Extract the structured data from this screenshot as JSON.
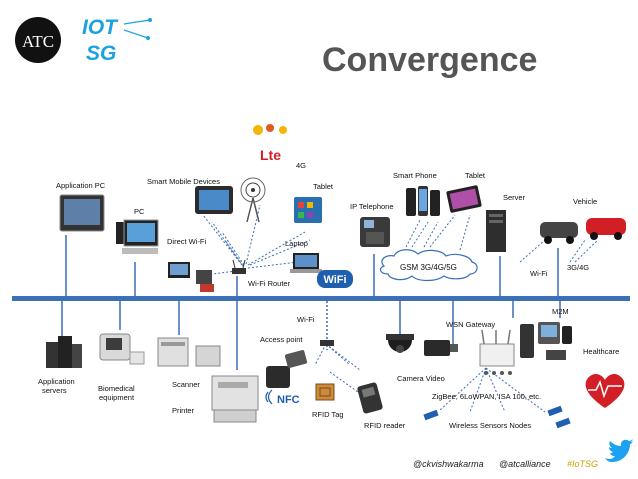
{
  "header": {
    "logo_atc_text": "ATC",
    "logo_iotsg_text": "IOT SG",
    "title": "Convergence"
  },
  "labels": {
    "application_pc": "Application PC",
    "pc": "PC",
    "smart_mobile_devices": "Smart Mobile Devices",
    "lte_badge": "Lte",
    "lte_4g": "4G",
    "tablet_top": "Tablet",
    "direct_wifi": "Direct Wi-Fi",
    "laptop": "Laptop",
    "wifi_router": "Wi-Fi Router",
    "wifi_badge": "WiFi",
    "ip_telephone": "IP Telephone",
    "smart_phone": "Smart Phone",
    "tablet_right": "Tablet",
    "gsm": "GSM 3G/4G/5G",
    "server": "Server",
    "vehicle": "Vehicle",
    "wifi_right": "Wi-Fi",
    "g34": "3G/4G",
    "application_servers_1": "Application",
    "application_servers_2": "servers",
    "biomedical_1": "Biomedical",
    "biomedical_2": "equipment",
    "scanner": "Scanner",
    "printer": "Printer",
    "wifi_bottom": "Wi-Fi",
    "access_point": "Access point",
    "nfc": "NFC",
    "rfid_tag": "RFID Tag",
    "camera_video": "Camera Video",
    "rfid_reader": "RFID reader",
    "wsn_gateway": "WSN Gateway",
    "m2m": "M2M",
    "healthcare": "Healthcare",
    "zigbee": "ZigBee, 6LoWPAN, ISA 100, etc.",
    "wireless_sensors": "Wireless Sensors Nodes"
  },
  "footer": {
    "handle1": "@ckvishwakarma",
    "handle2": "@atcalliance",
    "hashtag": "#IoTSG"
  },
  "colors": {
    "bus": "#3b6fb6",
    "title": "#555555",
    "lte_red": "#d21f26",
    "hashtag": "#c9a400",
    "twitter": "#1da1f2"
  },
  "icons": {
    "twitter": "twitter-bird-icon"
  }
}
